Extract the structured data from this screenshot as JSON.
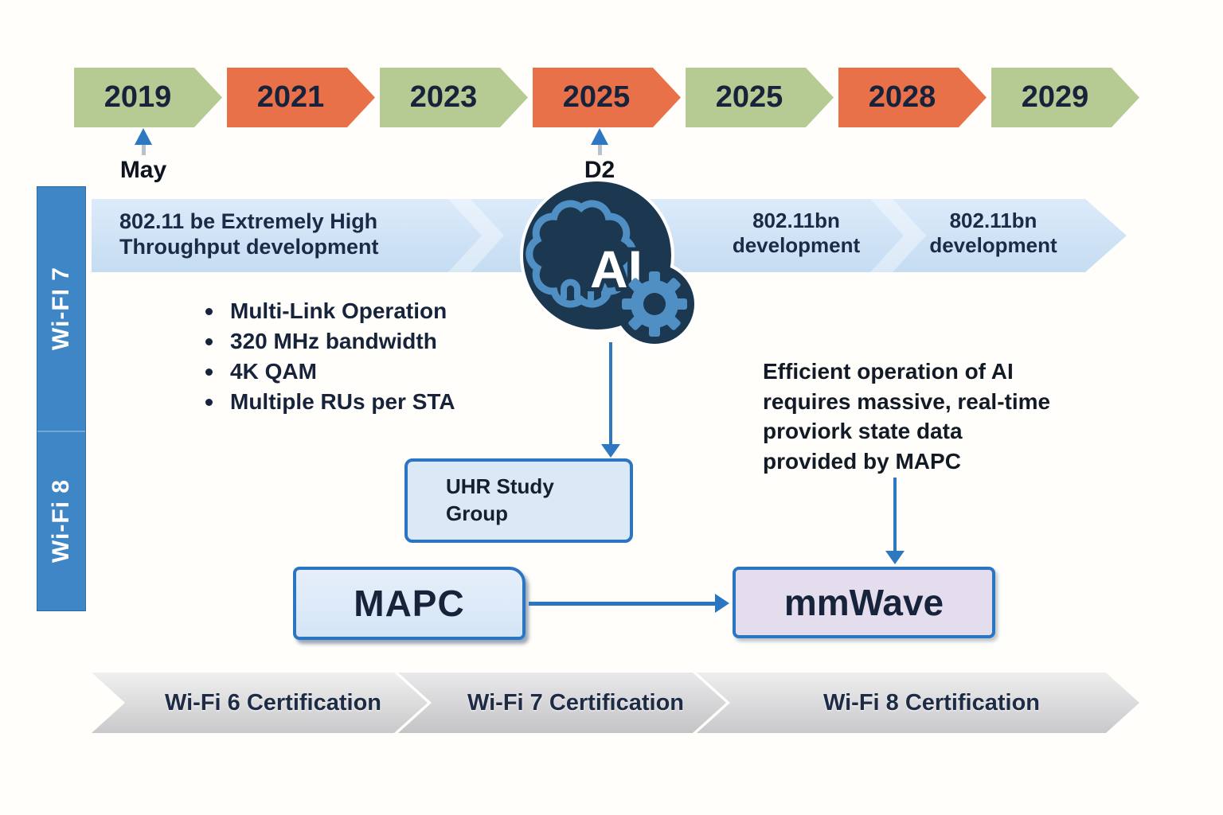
{
  "timeline": {
    "years": [
      {
        "label": "2019",
        "color": "green"
      },
      {
        "label": "2021",
        "color": "orange"
      },
      {
        "label": "2023",
        "color": "green"
      },
      {
        "label": "2025",
        "color": "orange"
      },
      {
        "label": "2025",
        "color": "green"
      },
      {
        "label": "2028",
        "color": "orange"
      },
      {
        "label": "2029",
        "color": "green"
      }
    ],
    "markers": [
      {
        "label": "May",
        "target_year": "2019"
      },
      {
        "label": "D2",
        "target_year": "2025"
      }
    ]
  },
  "sidebar": {
    "wifi7_label": "Wi-FI 7",
    "wifi8_label": "Wi-Fi 8"
  },
  "dev_band": {
    "seg1_bold": "802.11 be",
    "seg1_rest": " Extremely High Throughput development",
    "seg2": "802.11bn development",
    "seg3": "802.11bn development"
  },
  "ai_icon_label": "AI",
  "features": [
    "Multi-Link Operation",
    "320 MHz bandwidth",
    "4K QAM",
    "Multiple RUs per STA"
  ],
  "uhr_box_label": "UHR Study Group",
  "note_lines": [
    "Efficient operation of AI",
    "requires massive, real-time",
    "proviork state data",
    "provided by MAPC"
  ],
  "mapc_label": "MAPC",
  "mmwave_label": "mmWave",
  "cert_band": [
    "Wi-Fi 6 Certification",
    "Wi-Fi 7 Certification",
    "Wi-Fi 8 Certification"
  ],
  "colors": {
    "year_green": "#b6cb93",
    "year_orange": "#e8714a",
    "navy_text": "#17233b",
    "sidebar_blue": "#3e86c6",
    "band_blue": "#c5dcf2",
    "arrow_blue": "#2b76c2",
    "ai_navy": "#1c3750",
    "ai_blue": "#4f8fc4",
    "box_fill_blue": "#dbe9f7",
    "box_border_blue": "#2b76c2",
    "mmwave_fill": "#e4ddee",
    "cert_gray": "#d9d9db"
  }
}
